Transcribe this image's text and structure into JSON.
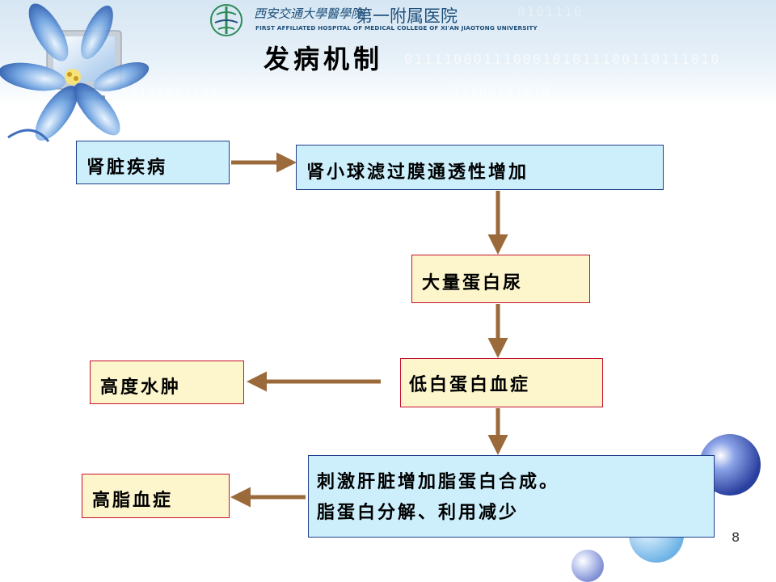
{
  "header": {
    "hospital_name_cn_calligraphy": "西安交通大學醫學院",
    "hospital_name_cn": "第一附属医院",
    "hospital_name_en": "FIRST AFFILIATED HOSPITAL OF MEDICAL COLLEGE OF XI'AN JIAOTONG UNIVERSITY",
    "binary_decor": [
      "01111000111000101011100110111010",
      "11100011100",
      "11100101010",
      "0101110"
    ]
  },
  "slide": {
    "title": "发病机制",
    "page_number": "8"
  },
  "flowchart": {
    "nodes": {
      "kidney_disease": "肾脏疾病",
      "glomerular_permeability": "肾小球滤过膜通透性增加",
      "massive_proteinuria": "大量蛋白尿",
      "hypoalbuminemia": "低白蛋白血症",
      "severe_edema": "高度水肿",
      "synthesis_line1": "刺激肝脏增加脂蛋白合成。",
      "synthesis_line2": "脂蛋白分解、利用减少",
      "hyperlipidemia": "高脂血症"
    },
    "edges": [
      {
        "from": "kidney_disease",
        "to": "glomerular_permeability"
      },
      {
        "from": "glomerular_permeability",
        "to": "massive_proteinuria"
      },
      {
        "from": "massive_proteinuria",
        "to": "hypoalbuminemia"
      },
      {
        "from": "hypoalbuminemia",
        "to": "severe_edema"
      },
      {
        "from": "hypoalbuminemia",
        "to": "synthesis"
      },
      {
        "from": "synthesis",
        "to": "hyperlipidemia"
      }
    ],
    "colors": {
      "arrow": "#9b6a3a",
      "blue_box_fill": "#cdeffc",
      "blue_box_border": "#1f3f8a",
      "yellow_box_fill": "#fdf6cc",
      "yellow_box_border": "#c8102e"
    }
  },
  "decor": {
    "icons": [
      "blue-lily-flower-icon",
      "computer-monitor-icon",
      "hospital-logo-icon",
      "blue-bubble-icon"
    ]
  }
}
